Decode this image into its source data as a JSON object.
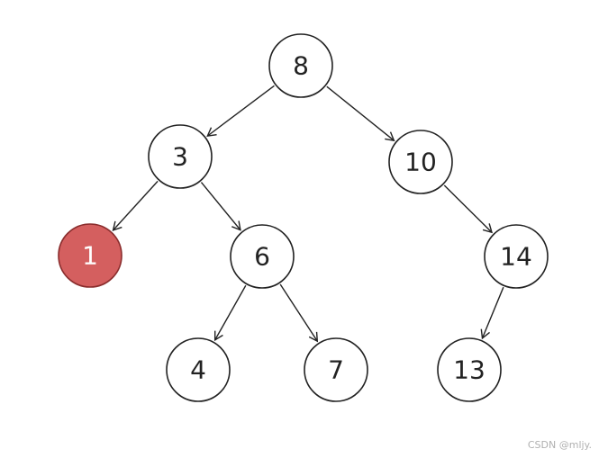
{
  "tree": {
    "nodes": [
      {
        "id": "n8",
        "label": "8",
        "highlighted": false
      },
      {
        "id": "n3",
        "label": "3",
        "highlighted": false
      },
      {
        "id": "n10",
        "label": "10",
        "highlighted": false
      },
      {
        "id": "n1",
        "label": "1",
        "highlighted": true
      },
      {
        "id": "n6",
        "label": "6",
        "highlighted": false
      },
      {
        "id": "n14",
        "label": "14",
        "highlighted": false
      },
      {
        "id": "n4",
        "label": "4",
        "highlighted": false
      },
      {
        "id": "n7",
        "label": "7",
        "highlighted": false
      },
      {
        "id": "n13",
        "label": "13",
        "highlighted": false
      }
    ],
    "edges": [
      {
        "from": "n8",
        "to": "n3"
      },
      {
        "from": "n8",
        "to": "n10"
      },
      {
        "from": "n3",
        "to": "n1"
      },
      {
        "from": "n3",
        "to": "n6"
      },
      {
        "from": "n10",
        "to": "n14"
      },
      {
        "from": "n6",
        "to": "n4"
      },
      {
        "from": "n6",
        "to": "n7"
      },
      {
        "from": "n14",
        "to": "n13"
      }
    ],
    "colors": {
      "highlight_fill": "#d45f5f",
      "highlight_stroke": "#8a2d2d",
      "highlight_text": "#ffffff"
    }
  },
  "watermark": "CSDN @mljy."
}
